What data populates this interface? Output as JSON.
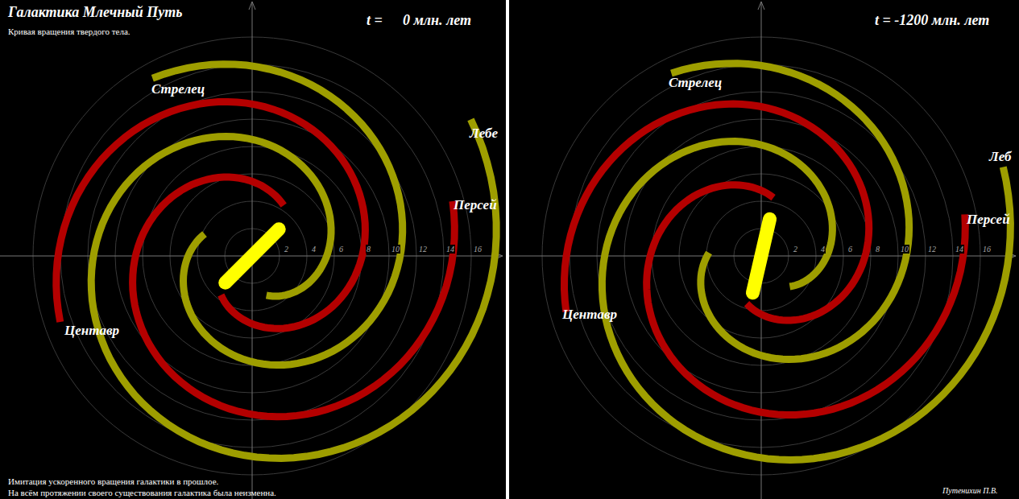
{
  "diagram": {
    "title": "Галактика Млечный Путь",
    "labels": [
      "Кривая вращения твердого тела.",
      "t =",
      "0 млн. лет",
      "t = -1200 млн. лет",
      "Стрелец",
      "Лебе",
      "Персей",
      "Центавр",
      "2",
      "4",
      "6",
      "8",
      "10",
      "12",
      "14",
      "16",
      "Стрелец",
      "Леб",
      "Персей",
      "Центавр",
      "2",
      "4",
      "6",
      "8",
      "10",
      "12",
      "14",
      "16",
      "Имитация ускоренного вращения галактики в прошлое.",
      "На всём протяжении своего существования галактика была неизменна.",
      "Путенихин П.В."
    ]
  }
}
